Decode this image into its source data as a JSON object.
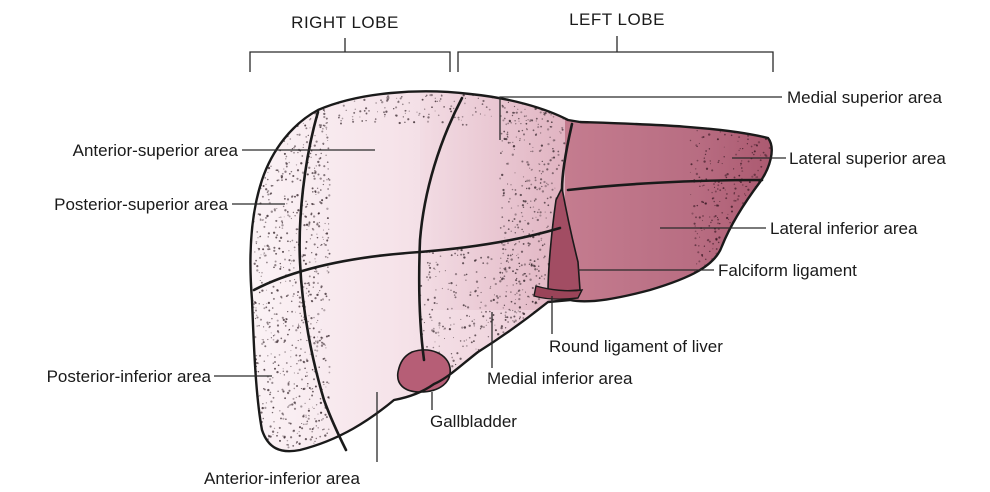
{
  "lobes": {
    "right": "RIGHT LOBE",
    "left": "LEFT LOBE"
  },
  "labels": {
    "anterior_superior": "Anterior-superior area",
    "posterior_superior": "Posterior-superior area",
    "posterior_inferior": "Posterior-inferior area",
    "anterior_inferior": "Anterior-inferior area",
    "medial_superior": "Medial superior area",
    "lateral_superior": "Lateral superior area",
    "lateral_inferior": "Lateral inferior area",
    "falciform": "Falciform ligament",
    "round_ligament": "Round ligament of liver",
    "medial_inferior": "Medial inferior area",
    "gallbladder": "Gallbladder"
  },
  "colors": {
    "right_lobe_tint": "#f0d6df",
    "medial_tint": "#e9c3cf",
    "left_lobe_tint": "#b8687c",
    "ligament": "#a04a60",
    "gallbladder": "#b45a72",
    "outline": "#1a1a1a"
  }
}
